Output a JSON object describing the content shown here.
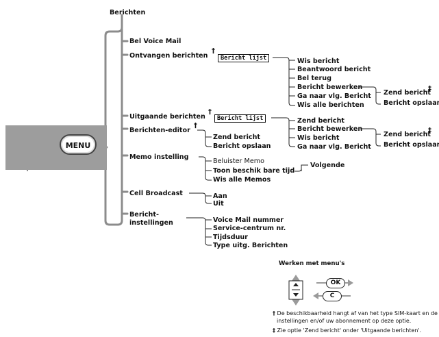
{
  "title": "Berichten",
  "phone": {
    "menu_label": "MENU"
  },
  "level1": {
    "voicemail": "Bel Voice Mail",
    "received": "Ontvangen berichten",
    "sent": "Uitgaande berichten",
    "editor": "Berichten-editor",
    "memo": "Memo instelling",
    "cell": "Cell Broadcast",
    "settings_line1": "Bericht-",
    "settings_line2": "instellingen"
  },
  "dagger": "†",
  "ddagger": "‡",
  "list_box": "Bericht lijst",
  "received_items": [
    "Wis bericht",
    "Beantwoord bericht",
    "Bel terug",
    "Bericht bewerken",
    "Ga naar vlg. Bericht",
    "Wis alle berichten"
  ],
  "edit_sub": [
    "Zend bericht",
    "Bericht opslaan"
  ],
  "sent_items": [
    "Zend bericht",
    "Bericht bewerken",
    "Wis bericht",
    "Ga naar vlg. Bericht"
  ],
  "editor_items": [
    "Zend bericht",
    "Bericht opslaan"
  ],
  "memo_items": [
    "Beluister Memo",
    "Toon beschik bare tijd",
    "Wis alle Memos"
  ],
  "memo_next": "Volgende",
  "cell_items": [
    "Aan",
    "Uit"
  ],
  "settings_items": [
    "Voice Mail nummer",
    "Service-centrum nr.",
    "Tijdsduur",
    "Type uitg. Berichten"
  ],
  "legend": {
    "title": "Werken met menu's",
    "ok": "OK",
    "c": "C"
  },
  "footnotes": {
    "dagger_line1": "De beschikbaarheid hangt af van het type SIM-kaart en de",
    "dagger_line2": "instellingen en/of uw abonnement op deze optie.",
    "ddagger_line1": "Zie optie 'Zend bericht' onder 'Uitgaande berichten'."
  }
}
